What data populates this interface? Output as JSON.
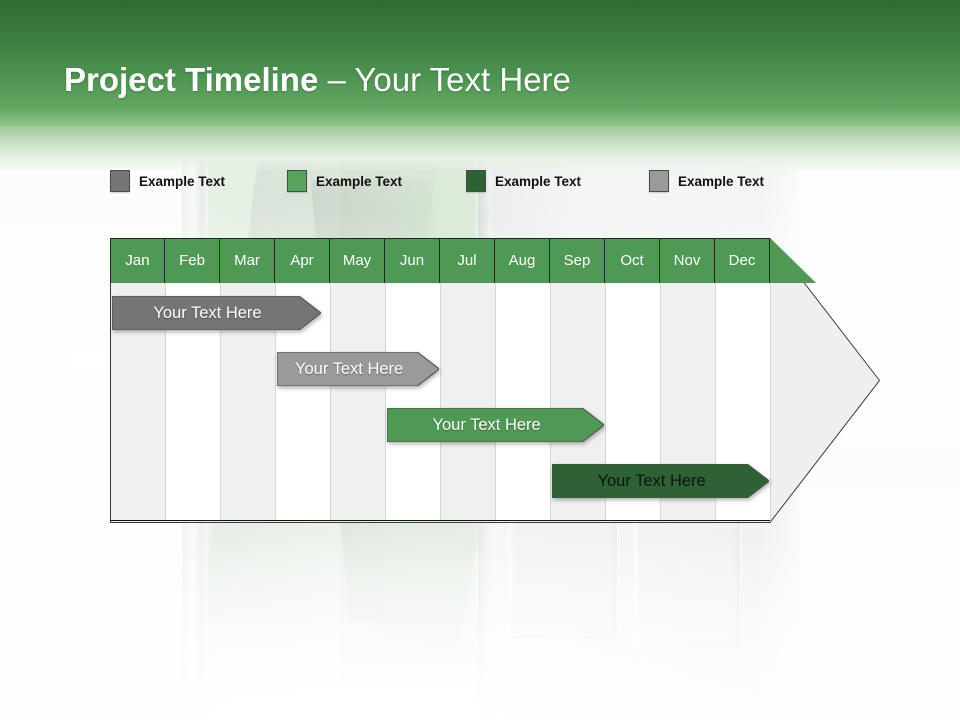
{
  "header": {
    "title_strong": "Project Timeline",
    "title_light": " – Your Text Here"
  },
  "colors": {
    "header_green_dark": "#2f6b34",
    "header_green_light": "#8fc38c",
    "month_green": "#4e9a54",
    "bar_gray_dark": "#757575",
    "bar_gray_light": "#9a9a9a",
    "bar_green_mid": "#4e9a54",
    "bar_green_dark": "#2d6234",
    "grid_shade": "#f0f0f0",
    "grid_plain": "#ffffff"
  },
  "legend": {
    "items": [
      {
        "label": "Example Text",
        "color": "#757575",
        "x": 110
      },
      {
        "label": "Example Text",
        "color": "#55a35c",
        "x": 287
      },
      {
        "label": "Example Text",
        "color": "#2d6234",
        "x": 466
      },
      {
        "label": "Example Text",
        "color": "#9a9a9a",
        "x": 649
      }
    ]
  },
  "chart_data": {
    "type": "bar",
    "title": "Project Timeline – Your Text Here",
    "xlabel": "",
    "ylabel": "",
    "categories": [
      "Jan",
      "Feb",
      "Mar",
      "Apr",
      "May",
      "Jun",
      "Jul",
      "Aug",
      "Sep",
      "Oct",
      "Nov",
      "Dec"
    ],
    "legend_position": "top",
    "grid": true,
    "series": [
      {
        "name": "Example Text",
        "label": "Your  Text Here",
        "color": "#757575",
        "text_color": "#ffffff",
        "start_month": "Jan",
        "end_month": "Apr",
        "start_index": 0,
        "span": 3.8,
        "row": 0
      },
      {
        "name": "Example Text",
        "label": "Your  Text Here",
        "color": "#9a9a9a",
        "text_color": "#ffffff",
        "start_month": "Apr",
        "end_month": "Jul",
        "start_index": 3,
        "span": 2.95,
        "row": 1
      },
      {
        "name": "Example Text",
        "label": "Your  Text Here",
        "color": "#4e9a54",
        "text_color": "#ffffff",
        "start_month": "Jun",
        "end_month": "Sep",
        "start_index": 5,
        "span": 3.95,
        "row": 2
      },
      {
        "name": "Example Text",
        "label": "Your  Text Here",
        "color": "#2d6234",
        "text_color": "#111111",
        "start_month": "Sep",
        "end_month": "Dec",
        "start_index": 8,
        "span": 3.95,
        "row": 3
      }
    ]
  }
}
